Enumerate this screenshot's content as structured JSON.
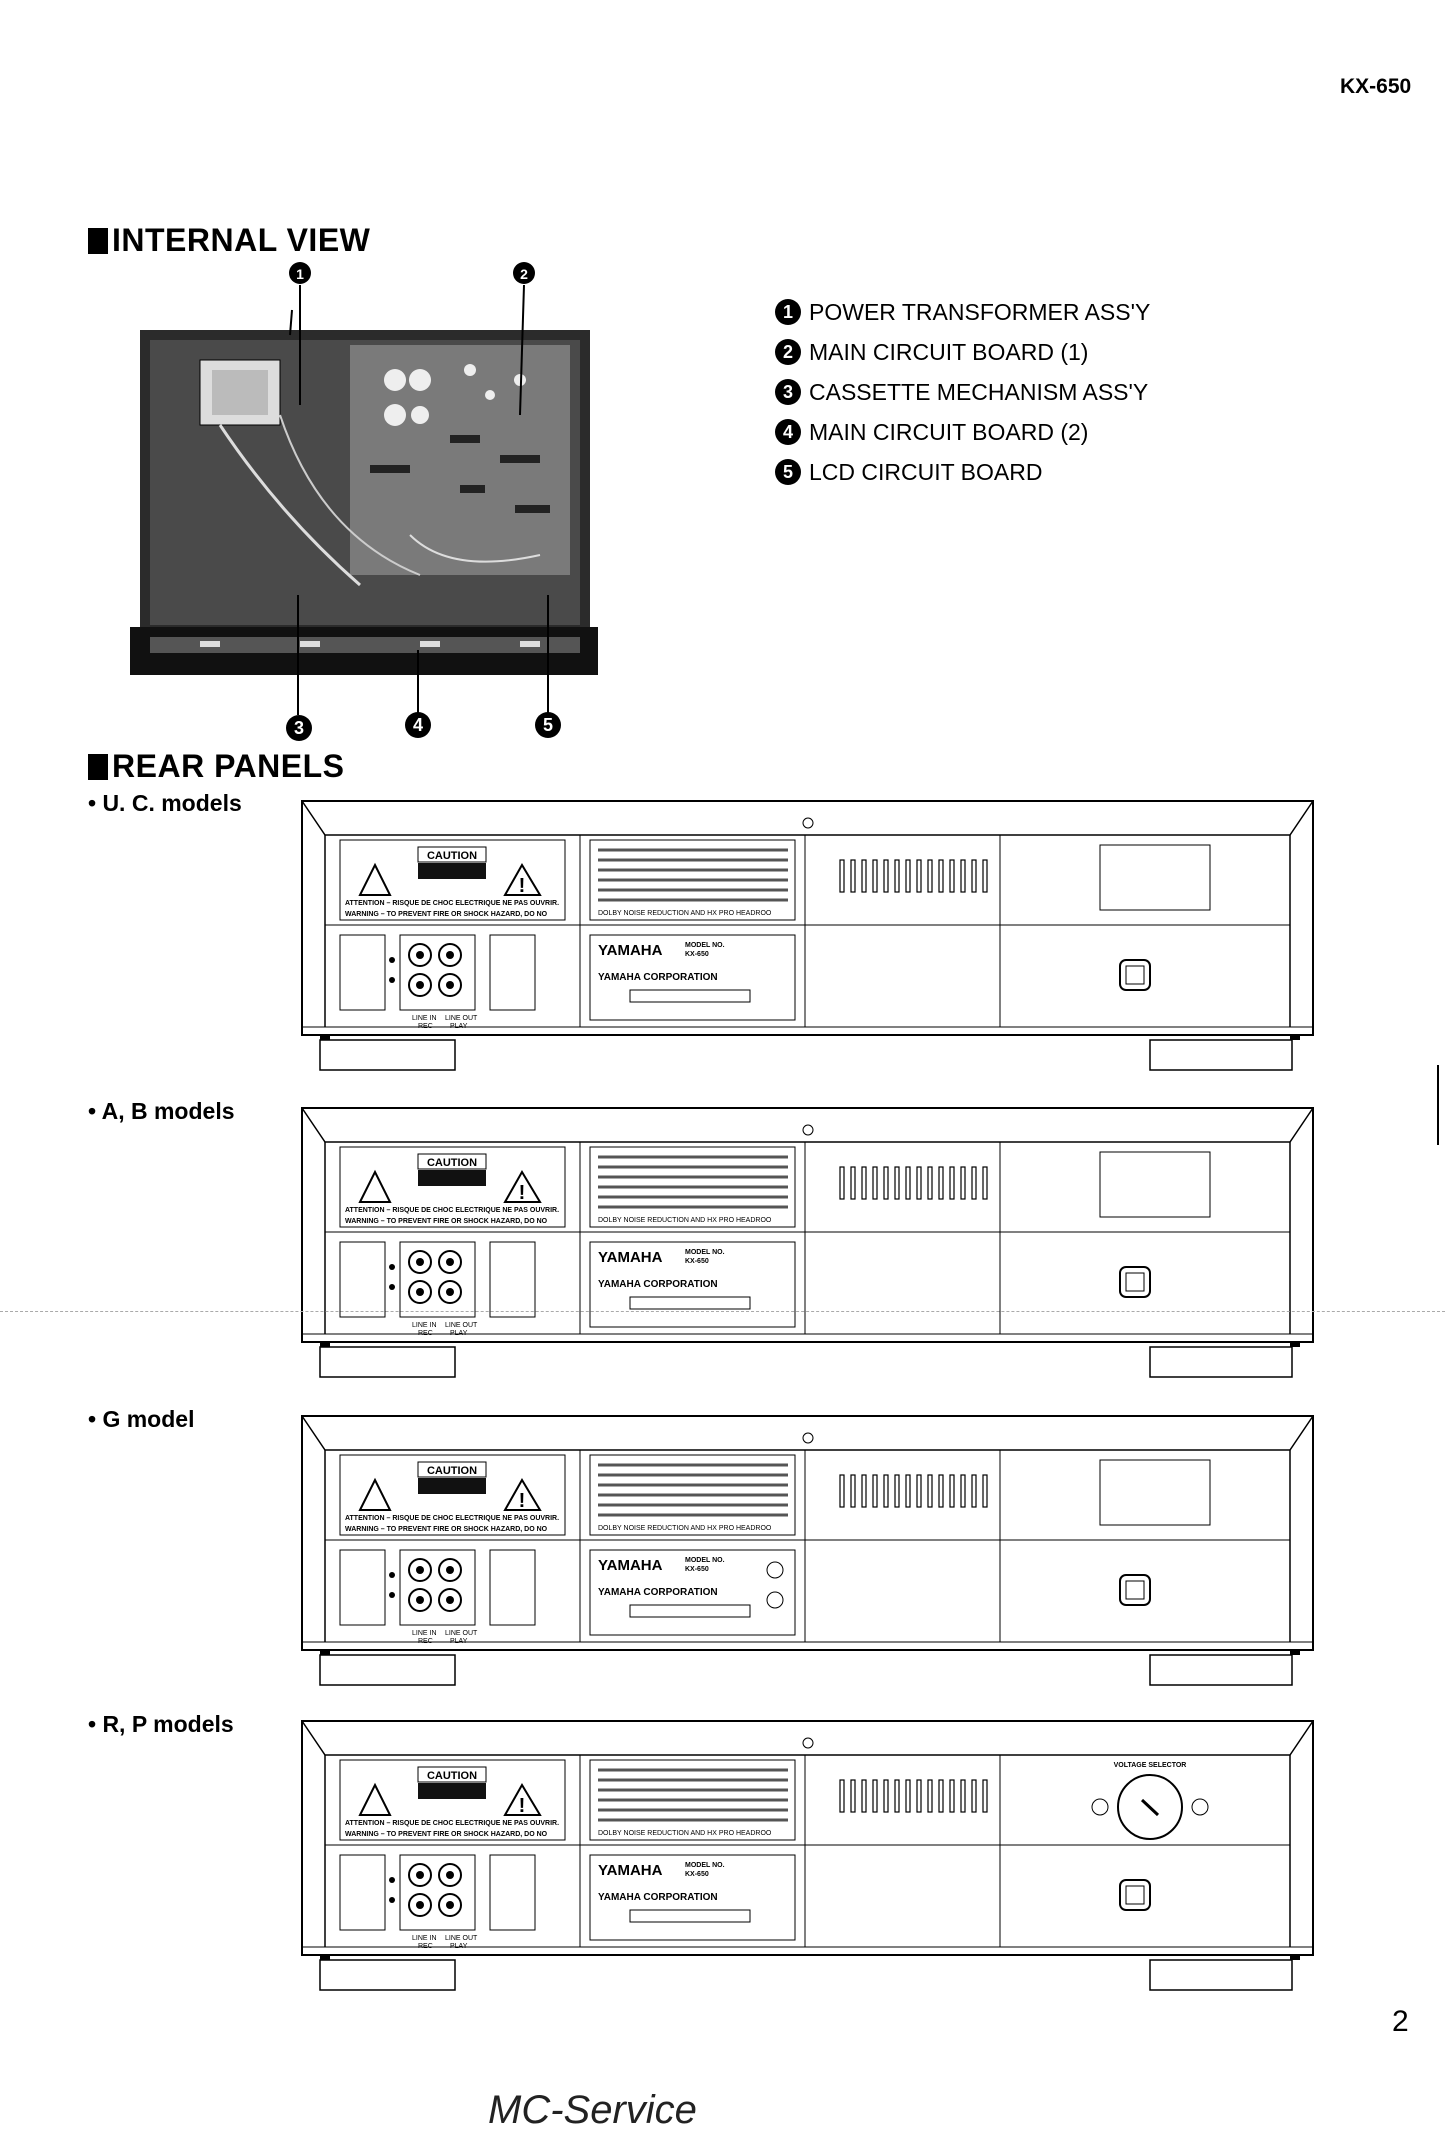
{
  "header": {
    "model_code": "KX-650"
  },
  "internal_view": {
    "heading": "INTERNAL VIEW",
    "callouts": [
      {
        "num": "1",
        "label": "POWER TRANSFORMER ASS'Y"
      },
      {
        "num": "2",
        "label": "MAIN CIRCUIT BOARD (1)"
      },
      {
        "num": "3",
        "label": "CASSETTE MECHANISM ASS'Y"
      },
      {
        "num": "4",
        "label": "MAIN CIRCUIT BOARD (2)"
      },
      {
        "num": "5",
        "label": "LCD CIRCUIT BOARD"
      }
    ]
  },
  "rear_panels": {
    "heading": "REAR PANELS",
    "models": [
      {
        "label": "• U. C. models"
      },
      {
        "label": "• A, B models"
      },
      {
        "label": "• G model"
      },
      {
        "label": "• R, P models"
      }
    ],
    "caution": "CAUTION",
    "attention": "ATTENTION – RISQUE DE CHOC ELECTRIQUE NE PAS OUVRIR.",
    "warning": "WARNING – TO PREVENT FIRE OR SHOCK HAZARD, DO NOT EXPOSE THIS APPLIANCE TO RAIN OR MOISTURE.",
    "dolby": "DOLBY NOISE REDUCTION AND HX PRO HEADROOM EXTENSION MANUFACTURED UNDER LICENSE FROM DOLBY LABORATORIES LICENSING CORPORATION.",
    "jack_in": "LINE IN",
    "jack_out": "LINE OUT",
    "jack_rec": "REC",
    "jack_play": "PLAY",
    "brand": "YAMAHA",
    "corp": "YAMAHA CORPORATION",
    "model_no": "MODEL NO.",
    "kx": "KX-650",
    "voltage_selector": "VOLTAGE SELECTOR"
  },
  "footer": {
    "page_number": "2",
    "watermark": "MC-Service"
  }
}
